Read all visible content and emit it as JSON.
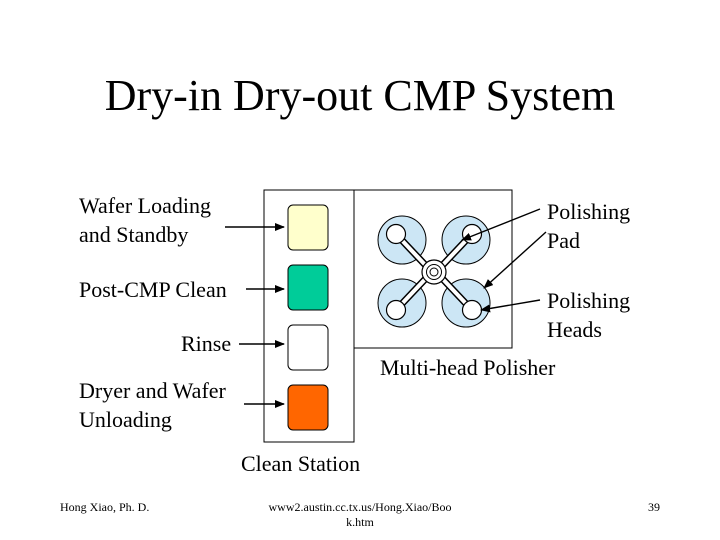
{
  "slide": {
    "title": "Dry-in Dry-out CMP System",
    "labels": {
      "wafer_loading_line1": "Wafer Loading",
      "wafer_loading_line2": "and Standby",
      "post_cmp_clean": "Post-CMP Clean",
      "rinse": "Rinse",
      "dryer_line1": "Dryer and Wafer",
      "dryer_line2": "Unloading",
      "polishing_pad_line1": "Polishing",
      "polishing_pad_line2": "Pad",
      "polishing_heads_line1": "Polishing",
      "polishing_heads_line2": "Heads",
      "multi_head_polisher": "Multi-head Polisher",
      "clean_station": "Clean Station"
    },
    "footer": {
      "author": "Hong Xiao, Ph. D.",
      "url_line1": "www2.austin.cc.tx.us/Hong.Xiao/Boo",
      "url_line2": "k.htm",
      "page_number": "39"
    }
  },
  "colors": {
    "station_loading": "#ffffcc",
    "station_clean": "#00cc99",
    "station_rinse": "#ffffff",
    "station_dryer": "#ff6600",
    "pad_fill": "#cce6f5"
  }
}
